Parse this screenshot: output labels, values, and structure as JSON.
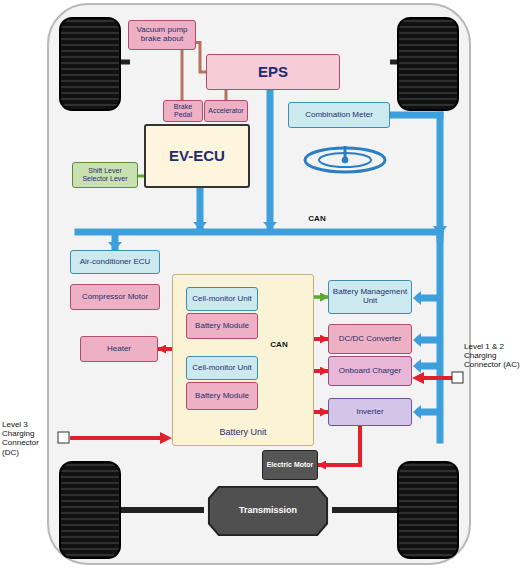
{
  "diagram": {
    "nodes": [
      {
        "text": [
          "Vacuum pump brake about"
        ]
      },
      {
        "text": [
          "EPS"
        ]
      },
      {
        "text": [
          "Brake Pedal"
        ]
      },
      {
        "text": [
          "Accelerator"
        ]
      },
      {
        "text": [
          "Combination Meter"
        ]
      },
      {
        "text": [
          "EV-ECU"
        ]
      },
      {
        "text": [
          "Shift Lever Selector Lever"
        ]
      },
      {
        "text": [
          "Air-conditioner ECU"
        ]
      },
      {
        "text": [
          "Compressor Motor"
        ]
      },
      {
        "text": [
          "Battery Unit"
        ]
      },
      {
        "text": [
          "Cell-monitor Unit"
        ],
        "in": 9
      },
      {
        "text": [
          "Battery Module"
        ],
        "in": 9
      },
      {
        "text": [
          "Cell-monitor Unit"
        ],
        "in": 9
      },
      {
        "text": [
          "Battery Module"
        ],
        "in": 9
      },
      {
        "text": [
          "Battery Management Unit"
        ]
      },
      {
        "text": [
          "DC/DC Converter"
        ]
      },
      {
        "text": [
          "Onboard Charger"
        ]
      },
      {
        "text": [
          "Heater"
        ]
      },
      {
        "text": [
          "Inverter"
        ]
      },
      {
        "text": [
          "Electric Motor"
        ]
      },
      {
        "text": [
          "Transmission"
        ]
      }
    ],
    "edges": [
      {
        "from": 0,
        "to": 1,
        "arrow": "none"
      },
      {
        "from": 0,
        "to": 2,
        "arrow": "none"
      },
      {
        "from": 1,
        "to": 3,
        "arrow": "none"
      },
      {
        "from": 5,
        "to": 6,
        "arrow": "none"
      },
      {
        "from": 10,
        "to": 14,
        "arrow": "both"
      },
      {
        "from": 12,
        "to": 14,
        "arrow": "both"
      },
      {
        "from": 9,
        "to": 15,
        "arrow": "to"
      },
      {
        "from": 9,
        "to": 16,
        "arrow": "to"
      },
      {
        "from": 9,
        "to": 18,
        "arrow": "to"
      },
      {
        "from": 18,
        "to": 19,
        "arrow": "to"
      },
      {
        "from": 9,
        "to": 17,
        "arrow": "to"
      }
    ],
    "labels": [
      "CAN",
      "CAN",
      "Level 1 & 2 Charging Connector (AC)",
      "Level 3 Charging Connector (DC)"
    ]
  }
}
